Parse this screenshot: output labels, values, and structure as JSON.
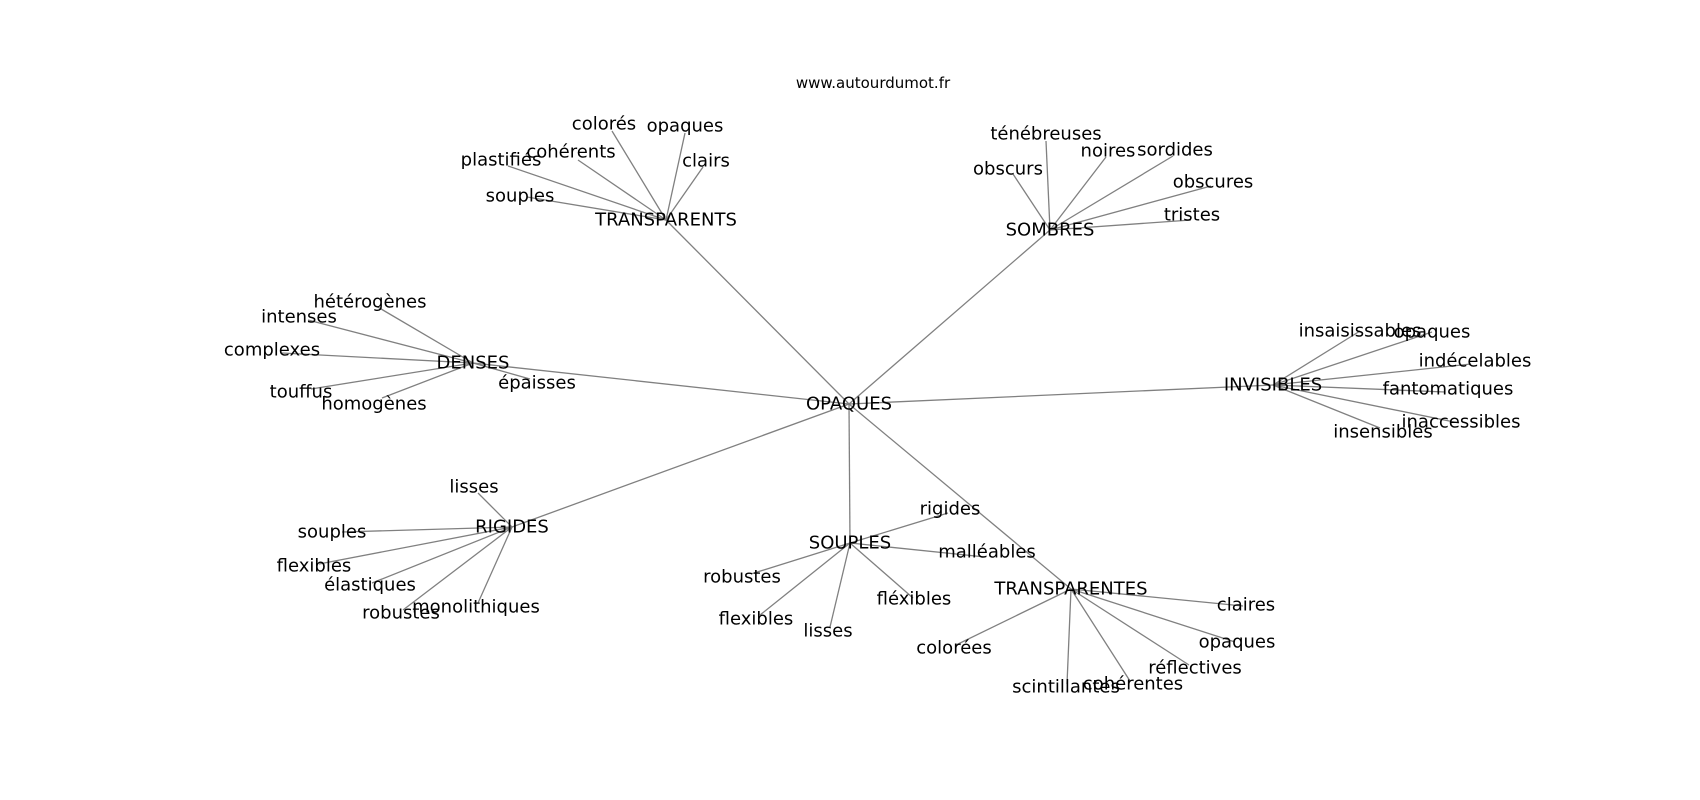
{
  "site": "www.autourdumot.fr",
  "colors": {
    "edge": "#808080",
    "text": "#000000",
    "background": "#ffffff"
  },
  "graph": {
    "center": "OPAQUES",
    "branches": [
      {
        "hub": "TRANSPARENTS",
        "leaves": [
          "colorés",
          "opaques",
          "cohérents",
          "clairs",
          "plastifiés",
          "souples"
        ]
      },
      {
        "hub": "SOMBRES",
        "leaves": [
          "ténébreuses",
          "noires",
          "sordides",
          "obscurs",
          "obscures",
          "tristes"
        ]
      },
      {
        "hub": "DENSES",
        "leaves": [
          "hétérogènes",
          "intenses",
          "complexes",
          "épaisses",
          "touffus",
          "homogènes"
        ]
      },
      {
        "hub": "INVISIBLES",
        "leaves": [
          "insaisissables",
          "opaques",
          "indécelables",
          "fantomatiques",
          "inaccessibles",
          "insensibles"
        ]
      },
      {
        "hub": "RIGIDES",
        "leaves": [
          "lisses",
          "souples",
          "flexibles",
          "élastiques",
          "robustes",
          "monolithiques"
        ]
      },
      {
        "hub": "SOUPLES",
        "leaves": [
          "rigides",
          "malléables",
          "robustes",
          "fléxibles",
          "flexibles",
          "lisses"
        ]
      },
      {
        "hub": "TRANSPARENTES",
        "leaves": [
          "claires",
          "opaques",
          "réflectives",
          "cohérentes",
          "scintillantes",
          "colorées"
        ]
      }
    ]
  }
}
